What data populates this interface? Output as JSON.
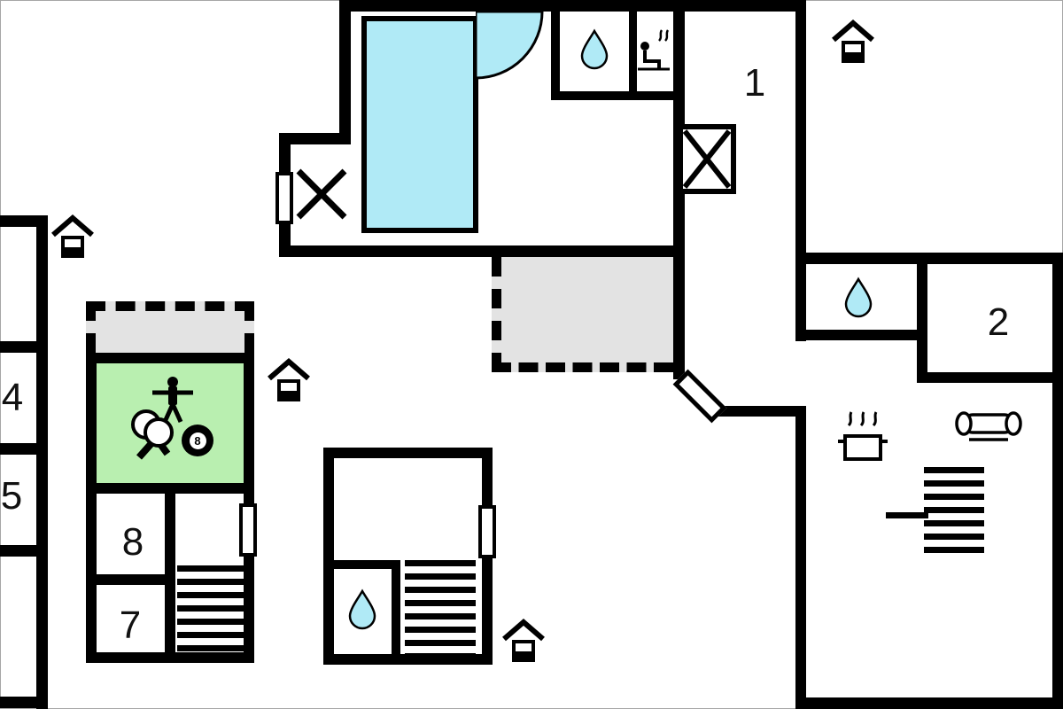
{
  "colors": {
    "wall": "#000000",
    "water": "#b0eaf6",
    "game-room": "#b9efb0",
    "terrace": "#e3e3e3",
    "background": "#ffffff",
    "frame": "#a6a6a6",
    "label": "#111111"
  },
  "labels": {
    "room1": "1",
    "room2": "2",
    "room4": "4",
    "room5": "5",
    "room7": "7",
    "room8": "8",
    "eight_ball": "8"
  },
  "icons": {
    "entrance": "house",
    "bathroom": "water-drop",
    "sauna": "steam-person",
    "kitchen": "cooking-pot",
    "living_area": "sofa",
    "game_room": "foosball-player, table-tennis-paddles, eight-ball",
    "pool": "swimming-pool",
    "stairs": "stair-treads"
  }
}
